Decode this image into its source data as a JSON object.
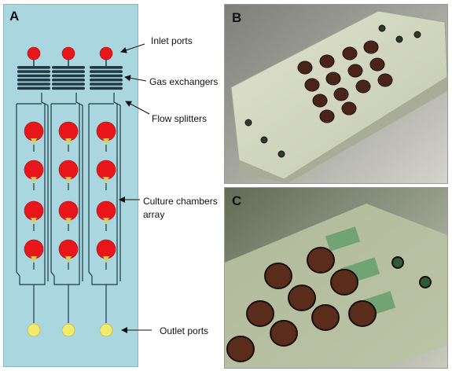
{
  "panels": {
    "a": {
      "letter": "A"
    },
    "b": {
      "letter": "B"
    },
    "c": {
      "letter": "C"
    }
  },
  "callouts": {
    "inlet": "Inlet ports",
    "gas": "Gas exchangers",
    "flow": "Flow splitters",
    "culture_1": "Culture  chambers",
    "culture_2": "array",
    "outlet": "Outlet ports"
  },
  "colors": {
    "panel_background": "#aad7df",
    "chamber_red": "#e8161b",
    "outlet_yellow": "#f2ea6a",
    "channel_dark": "#1f3a44"
  }
}
